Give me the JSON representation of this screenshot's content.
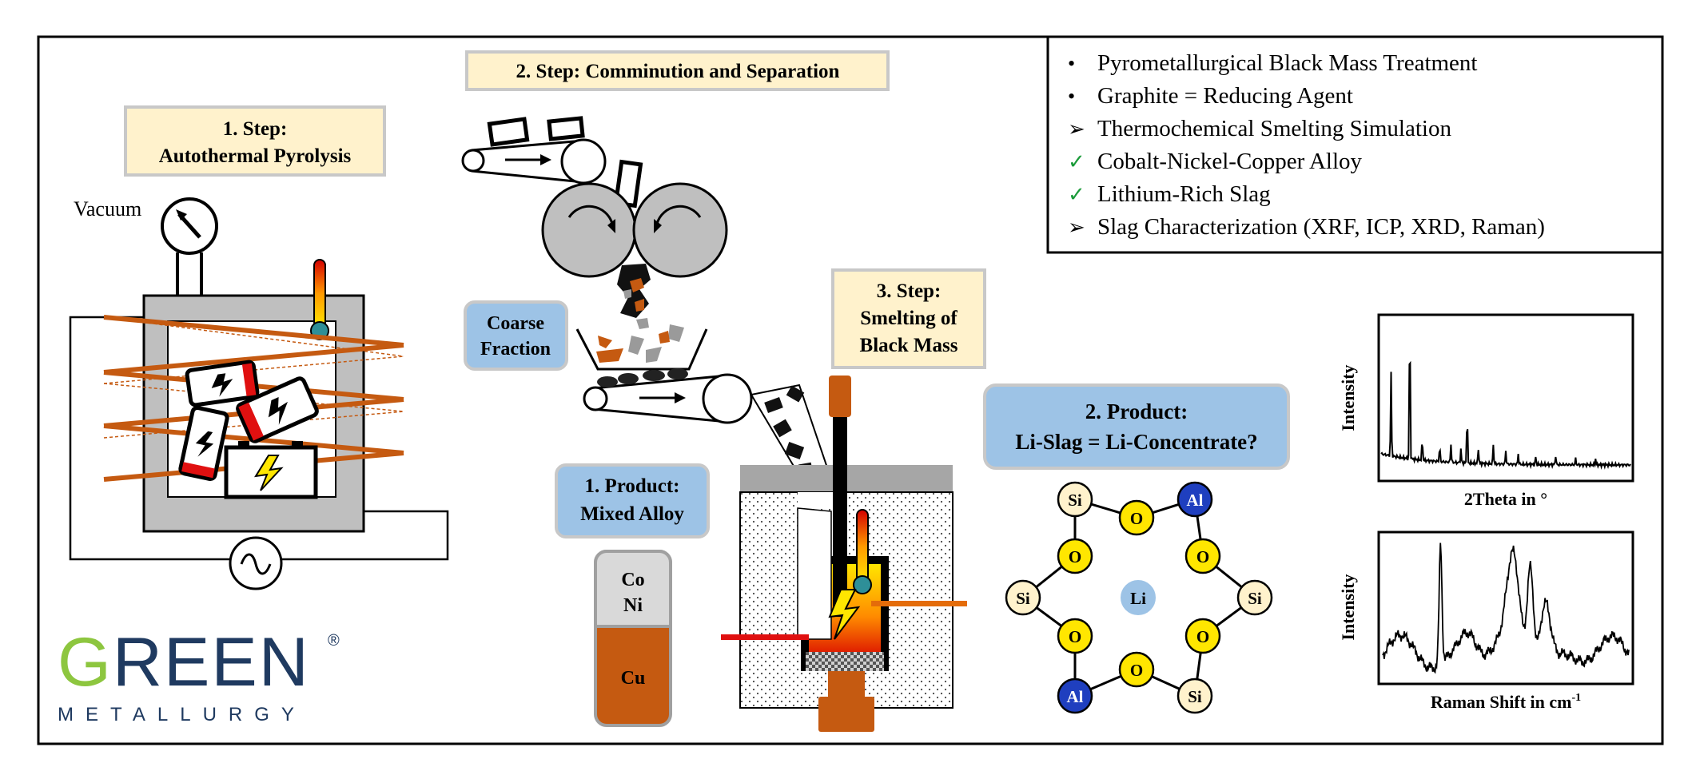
{
  "colors": {
    "copper": "#c55a11",
    "steel_grey": "#bfbfbf",
    "step_box_fill": "#fff2cc",
    "product_box_fill": "#9dc3e6",
    "si_fill": "#fff2cc",
    "o_fill": "#ffe600",
    "al_fill": "#1f3fbf",
    "li_fill": "#9dc3e6",
    "check_green": "#1b9b3a",
    "logo_green": "#8dc63f",
    "logo_navy": "#1f3a60"
  },
  "step1": {
    "line1": "1. Step:",
    "line2": "Autothermal Pyrolysis",
    "vacuum_label": "Vacuum"
  },
  "step2": {
    "title": "2. Step: Comminution and Separation",
    "coarse_line1": "Coarse",
    "coarse_line2": "Fraction"
  },
  "step3": {
    "line1": "3. Step:",
    "line2": "Smelting of",
    "line3": "Black Mass"
  },
  "product1": {
    "line1": "1. Product:",
    "line2": "Mixed Alloy",
    "alloy_top1": "Co",
    "alloy_top2": "Ni",
    "alloy_bottom": "Cu"
  },
  "product2": {
    "line1": "2. Product:",
    "line2": "Li-Slag = Li-Concentrate?"
  },
  "summary": {
    "items": [
      {
        "marker": "•",
        "text": "Pyrometallurgical Black Mass Treatment"
      },
      {
        "marker": "•",
        "text": "Graphite = Reducing Agent"
      },
      {
        "marker": "➢",
        "text": "Thermochemical Smelting Simulation"
      },
      {
        "marker": "✓",
        "text": "Cobalt-Nickel-Copper Alloy"
      },
      {
        "marker": "✓",
        "text": "Lithium-Rich Slag"
      },
      {
        "marker": "➢",
        "text": "Slag Characterization (XRF, ICP, XRD, Raman)"
      }
    ]
  },
  "molecule": {
    "si": "Si",
    "o": "O",
    "al": "Al",
    "li": "Li"
  },
  "xrd": {
    "ylabel": "Intensity",
    "xlabel": "2Theta in °"
  },
  "raman": {
    "ylabel": "Intensity",
    "xlabel": "Raman Shift in cm",
    "xlabel_sup": "-1"
  },
  "logo": {
    "word": "GREEN",
    "registered": "®",
    "subword": "METALLURGY"
  },
  "icons": {
    "vacuum": "pressure-gauge-icon",
    "thermometer": "thermometer-icon",
    "battery": "battery-lightning-icon",
    "ac": "ac-source-icon",
    "lightning": "lightning-icon"
  }
}
